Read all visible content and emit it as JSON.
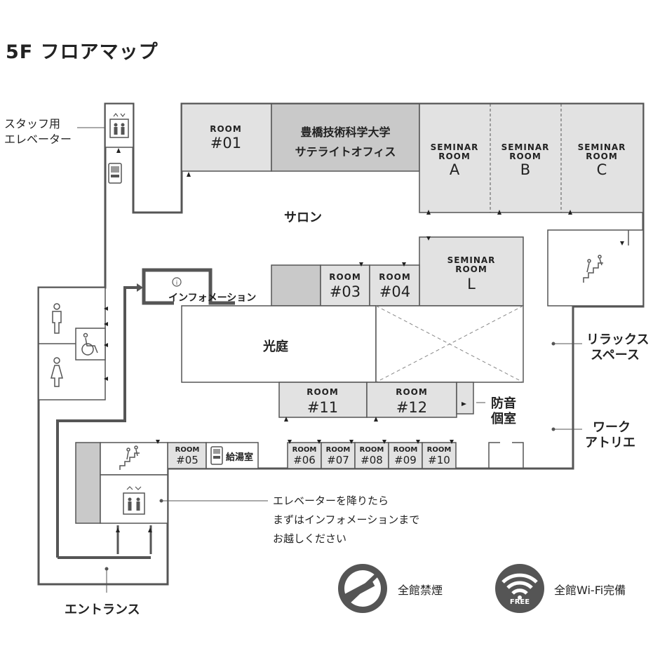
{
  "title": "5F フロアマップ",
  "colors": {
    "wall": "#555555",
    "room_fill": "#e2e2e2",
    "dark_fill": "#c9c9c9",
    "path": "#555555",
    "icon": "#555555"
  },
  "rooms": {
    "room01": {
      "caption": "ROOM",
      "number": "#01"
    },
    "univ": {
      "line1": "豊橋技術科学大学",
      "line2": "サテライトオフィス"
    },
    "semA": {
      "caption_1": "SEMINAR",
      "caption_2": "ROOM",
      "letter": "A"
    },
    "semB": {
      "caption_1": "SEMINAR",
      "caption_2": "ROOM",
      "letter": "B"
    },
    "semC": {
      "caption_1": "SEMINAR",
      "caption_2": "ROOM",
      "letter": "C"
    },
    "semL": {
      "caption_1": "SEMINAR",
      "caption_2": "ROOM",
      "letter": "L"
    },
    "room03": {
      "caption": "ROOM",
      "number": "#03"
    },
    "room04": {
      "caption": "ROOM",
      "number": "#04"
    },
    "room11": {
      "caption": "ROOM",
      "number": "#11"
    },
    "room12": {
      "caption": "ROOM",
      "number": "#12"
    },
    "room05": {
      "caption": "ROOM",
      "number": "#05"
    },
    "room06": {
      "caption": "ROOM",
      "number": "#06"
    },
    "room07": {
      "caption": "ROOM",
      "number": "#07"
    },
    "room08": {
      "caption": "ROOM",
      "number": "#08"
    },
    "room09": {
      "caption": "ROOM",
      "number": "#09"
    },
    "room10": {
      "caption": "ROOM",
      "number": "#10"
    }
  },
  "labels": {
    "salon": "サロン",
    "courtyard": "光庭",
    "information": "インフォメーション",
    "staff_elevator_1": "スタッフ用",
    "staff_elevator_2": "エレベーター",
    "relax_1": "リラックス",
    "relax_2": "スペース",
    "work_1": "ワーク",
    "work_2": "アトリエ",
    "soundproof_1": "防音",
    "soundproof_2": "個室",
    "kitchen": "給湯室",
    "entrance": "エントランス",
    "note_1": "エレベーターを降りたら",
    "note_2": "まずはインフォメーションまで",
    "note_3": "お越しください",
    "no_smoking": "全館禁煙",
    "free_wifi": "全館Wi-Fi完備",
    "free_badge": "FREE"
  },
  "icons": {
    "elevator": "elevator-icon",
    "vending": "vending-machine-icon",
    "male": "male-toilet-icon",
    "female": "female-toilet-icon",
    "accessible": "wheelchair-icon",
    "stairs": "stairs-icon",
    "info": "information-icon",
    "no_smoking": "no-smoking-icon",
    "wifi": "wifi-icon"
  }
}
